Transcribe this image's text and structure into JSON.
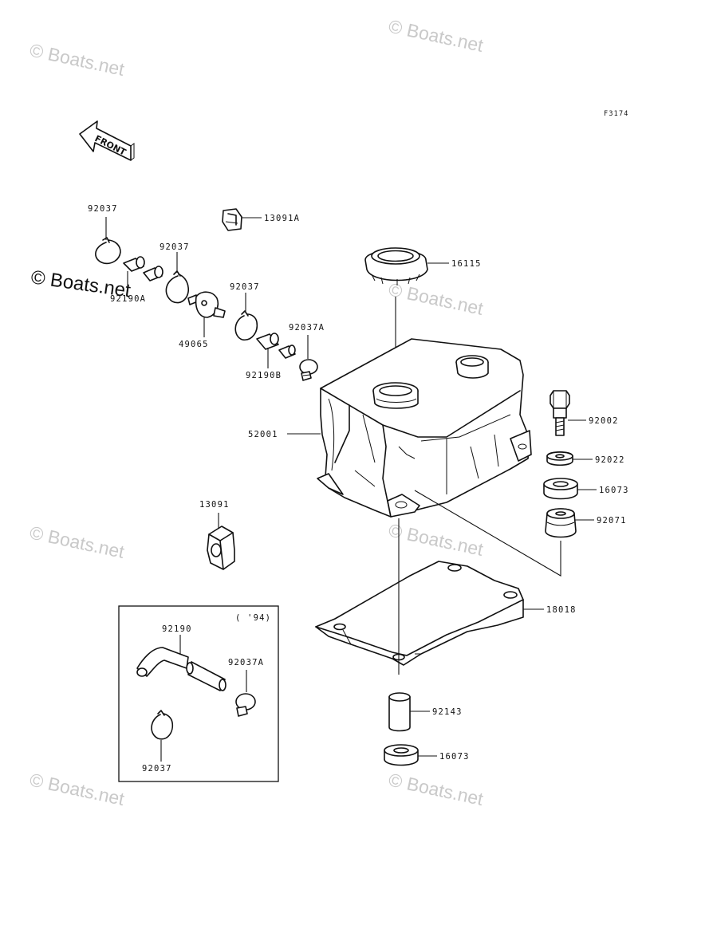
{
  "figure_code": "F3174",
  "front_label": "FRONT",
  "watermark": "© Boats.net",
  "inset_note": "( '94)",
  "labels": {
    "p92037_a": "92037",
    "p92037_b": "92037",
    "p92037_c": "92037",
    "p92037_d": "92037",
    "p92190a": "92190A",
    "p13091a": "13091A",
    "p16115": "16115",
    "p49065": "49065",
    "p92037a_a": "92037A",
    "p92037a_b": "92037A",
    "p92190b": "92190B",
    "p52001": "52001",
    "p92002": "92002",
    "p92022": "92022",
    "p16073_a": "16073",
    "p16073_b": "16073",
    "p92071": "92071",
    "p13091": "13091",
    "p18018": "18018",
    "p92190": "92190",
    "p92143": "92143"
  }
}
